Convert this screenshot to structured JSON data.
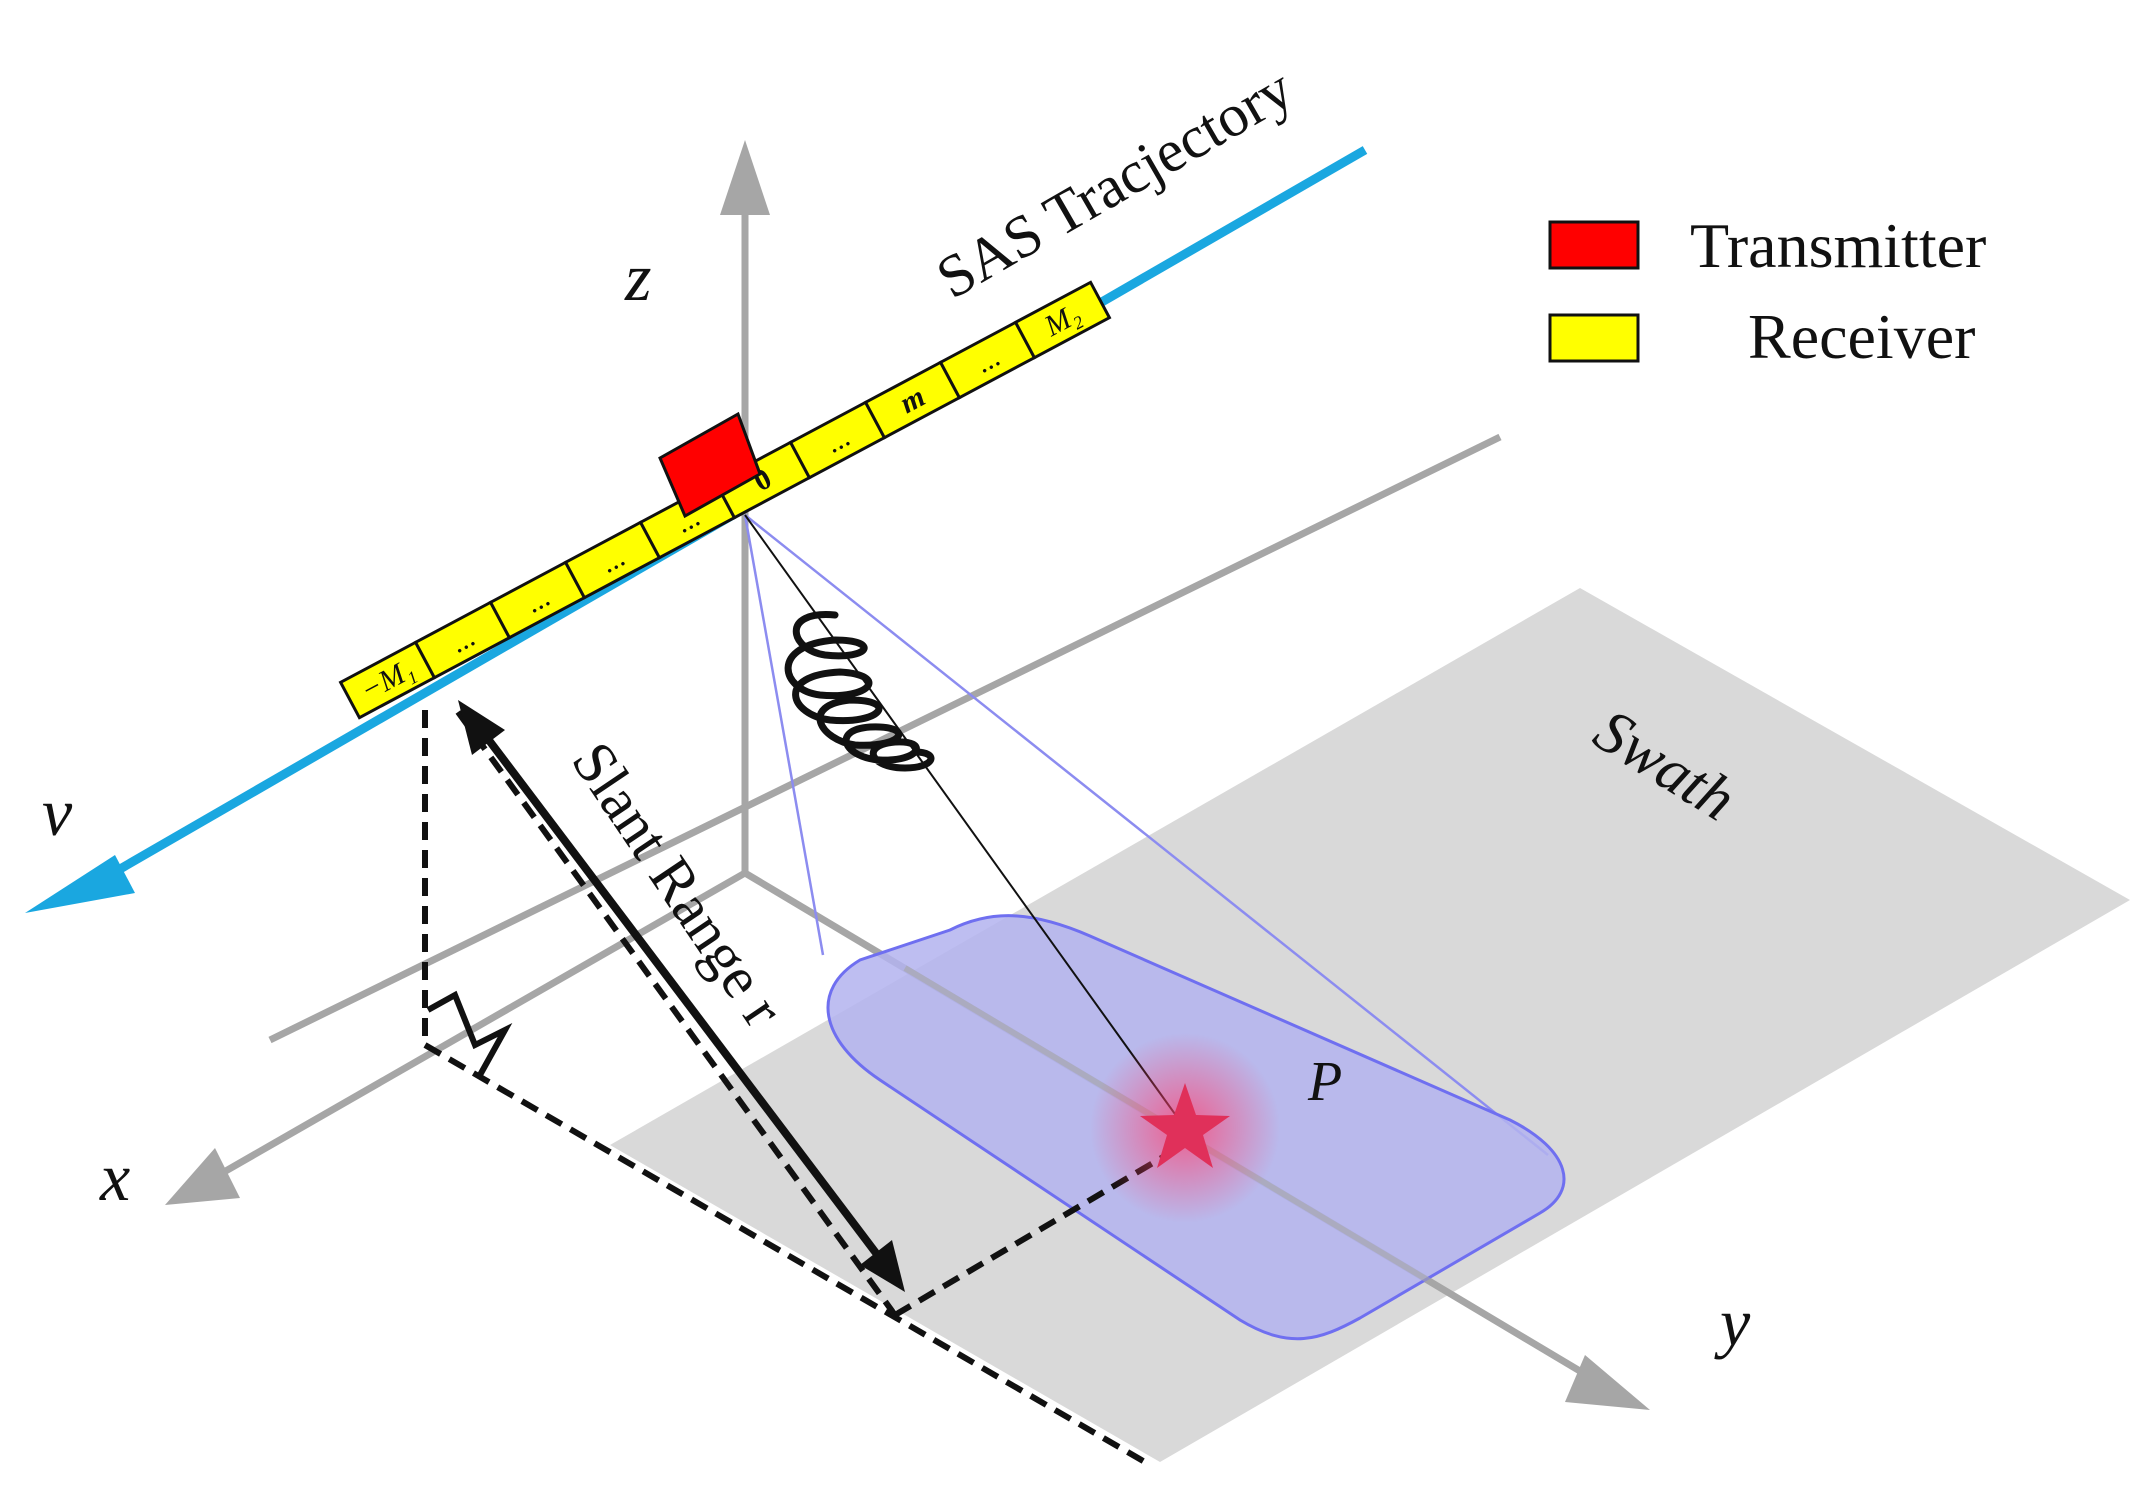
{
  "axes": {
    "x": "x",
    "y": "y",
    "z": "z",
    "v": "v"
  },
  "trajectory_label": "SAS Tracjectory",
  "legend": {
    "items": [
      {
        "label": "Transmitter",
        "color": "#ff0000"
      },
      {
        "label": "Receiver",
        "color": "#ffff00"
      }
    ]
  },
  "array_cells": [
    "−M₁",
    "...",
    "...",
    "...",
    "...",
    "0",
    "...",
    "m",
    "...",
    "M₂"
  ],
  "slant_range_label": "Slant Range r",
  "swath_label": "Swath",
  "target_label": "P",
  "colors": {
    "trajectory": "#1aa7e0",
    "axis": "#a6a6a6",
    "swath": "#d9d9d9",
    "footprint": "#b3b3ee",
    "footprint_stroke": "#6f6ff0",
    "beam": "#8c8cf0",
    "target": "#e0305a"
  }
}
